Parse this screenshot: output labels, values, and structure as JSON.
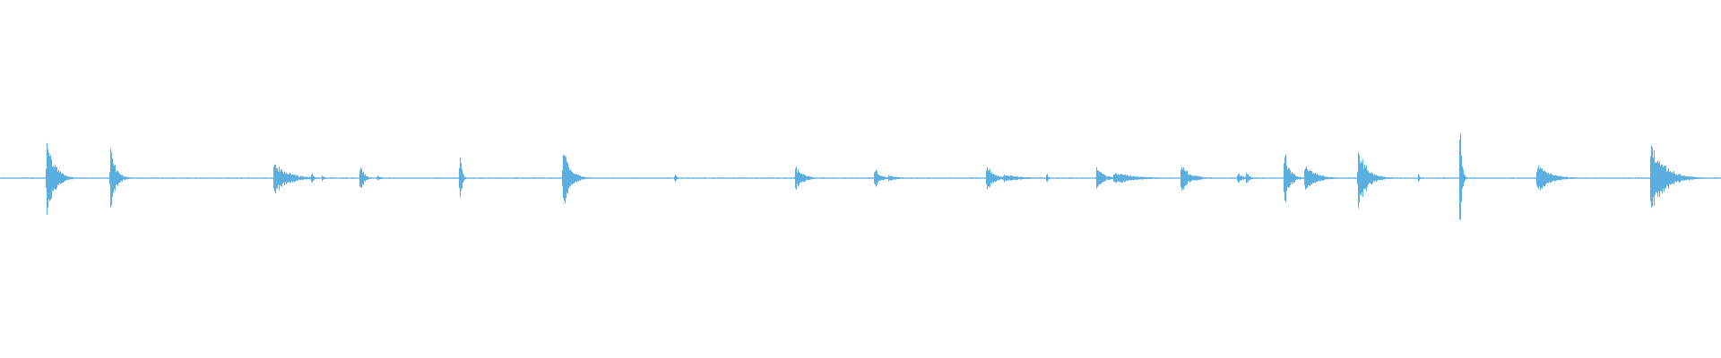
{
  "colors": {
    "background": "#ffffff",
    "waveform": "#5aaee0"
  },
  "chart_data": {
    "type": "line",
    "title": "",
    "xlabel": "",
    "ylabel": "",
    "grid": false,
    "legend": "none",
    "x_range": [
      0,
      1
    ],
    "y_range": [
      -1,
      1
    ],
    "baseline_amplitude": 0.008,
    "series": [
      {
        "kind": "waveform",
        "events": [
          {
            "t": 0.027,
            "amp": 0.58,
            "decay": 0.004
          },
          {
            "t": 0.064,
            "amp": 0.4,
            "decay": 0.003
          },
          {
            "t": 0.159,
            "amp": 0.2,
            "decay": 0.008
          },
          {
            "t": 0.181,
            "amp": 0.08,
            "decay": 0.001
          },
          {
            "t": 0.187,
            "amp": 0.05,
            "decay": 0.001
          },
          {
            "t": 0.209,
            "amp": 0.22,
            "decay": 0.002
          },
          {
            "t": 0.219,
            "amp": 0.04,
            "decay": 0.002
          },
          {
            "t": 0.267,
            "amp": 0.41,
            "decay": 0.001
          },
          {
            "t": 0.327,
            "amp": 0.4,
            "decay": 0.004
          },
          {
            "t": 0.392,
            "amp": 0.06,
            "decay": 0.001
          },
          {
            "t": 0.462,
            "amp": 0.18,
            "decay": 0.004
          },
          {
            "t": 0.508,
            "amp": 0.14,
            "decay": 0.003
          },
          {
            "t": 0.516,
            "amp": 0.04,
            "decay": 0.006
          },
          {
            "t": 0.573,
            "amp": 0.18,
            "decay": 0.004
          },
          {
            "t": 0.583,
            "amp": 0.05,
            "decay": 0.01
          },
          {
            "t": 0.608,
            "amp": 0.07,
            "decay": 0.001
          },
          {
            "t": 0.637,
            "amp": 0.15,
            "decay": 0.004
          },
          {
            "t": 0.647,
            "amp": 0.08,
            "decay": 0.012
          },
          {
            "t": 0.686,
            "amp": 0.22,
            "decay": 0.004
          },
          {
            "t": 0.694,
            "amp": 0.05,
            "decay": 0.004
          },
          {
            "t": 0.719,
            "amp": 0.07,
            "decay": 0.003
          },
          {
            "t": 0.724,
            "amp": 0.08,
            "decay": 0.002
          },
          {
            "t": 0.746,
            "amp": 0.38,
            "decay": 0.003
          },
          {
            "t": 0.758,
            "amp": 0.18,
            "decay": 0.006
          },
          {
            "t": 0.789,
            "amp": 0.4,
            "decay": 0.005
          },
          {
            "t": 0.824,
            "amp": 0.05,
            "decay": 0.001
          },
          {
            "t": 0.848,
            "amp": 0.8,
            "decay": 0.001
          },
          {
            "t": 0.893,
            "amp": 0.2,
            "decay": 0.007
          },
          {
            "t": 0.959,
            "amp": 0.44,
            "decay": 0.008
          }
        ]
      }
    ]
  }
}
